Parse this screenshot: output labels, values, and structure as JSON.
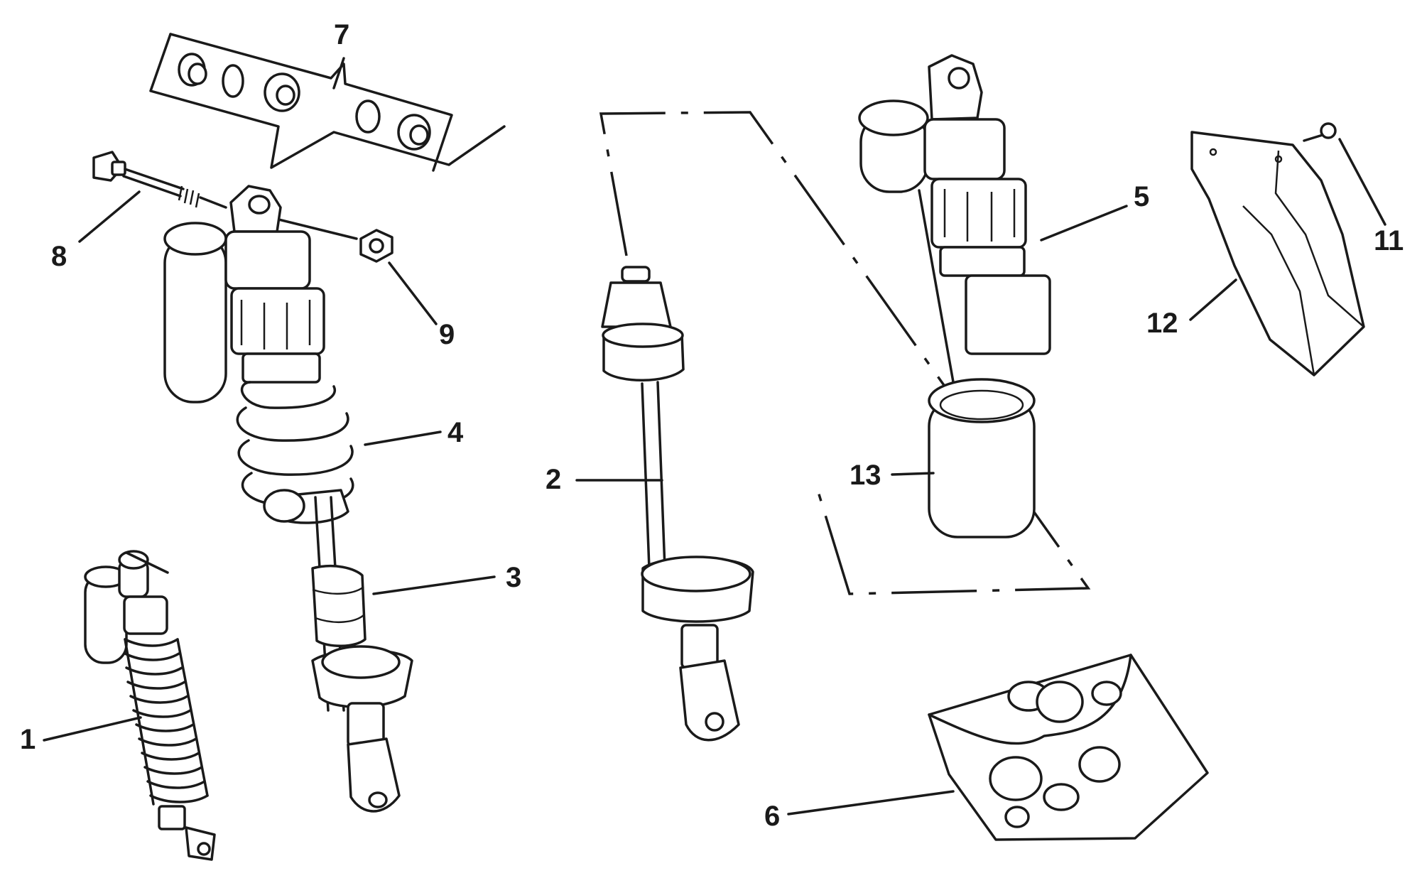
{
  "callouts": [
    {
      "id": "1",
      "text": "1"
    },
    {
      "id": "2",
      "text": "2"
    },
    {
      "id": "3",
      "text": "3"
    },
    {
      "id": "4",
      "text": "4"
    },
    {
      "id": "5",
      "text": "5"
    },
    {
      "id": "6",
      "text": "6"
    },
    {
      "id": "7",
      "text": "7"
    },
    {
      "id": "8",
      "text": "8"
    },
    {
      "id": "9",
      "text": "9"
    },
    {
      "id": "11",
      "text": "11"
    },
    {
      "id": "12",
      "text": "12"
    },
    {
      "id": "13",
      "text": "13"
    }
  ]
}
